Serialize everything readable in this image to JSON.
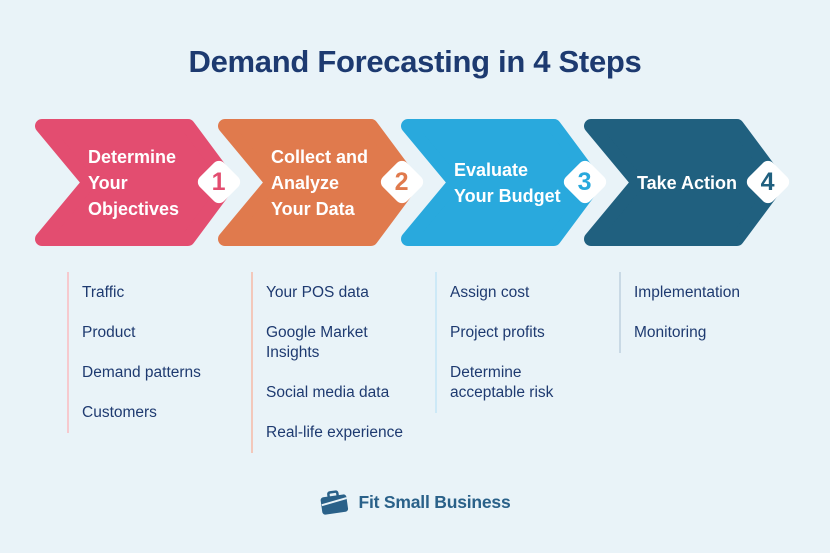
{
  "title": "Demand Forecasting in 4 Steps",
  "colors": {
    "background": "#e9f3f8",
    "title_text": "#1d3a70",
    "list_text": "#1e3a70"
  },
  "steps": [
    {
      "number": "1",
      "label": "Determine\nYour\nObjectives",
      "color": "#e34d70",
      "divider_color": "#f6c9ce",
      "items": [
        "Traffic",
        "Product",
        "Demand patterns",
        "Customers"
      ]
    },
    {
      "number": "2",
      "label": "Collect and\nAnalyze\nYour Data",
      "color": "#e07a4d",
      "divider_color": "#f3c8bb",
      "items": [
        "Your POS data",
        "Google Market\nInsights",
        "Social media data",
        "Real-life experience"
      ]
    },
    {
      "number": "3",
      "label": "Evaluate\nYour Budget",
      "color": "#29a9dd",
      "divider_color": "#cde9f7",
      "items": [
        "Assign cost",
        "Project profits",
        "Determine\nacceptable risk"
      ]
    },
    {
      "number": "4",
      "label": "Take Action",
      "color": "#20607f",
      "divider_color": "#c9d9e5",
      "items": [
        "Implementation",
        "Monitoring"
      ]
    }
  ],
  "footer": {
    "brand": "Fit Small Business",
    "color": "#2a6189",
    "icon": "briefcase-icon"
  }
}
